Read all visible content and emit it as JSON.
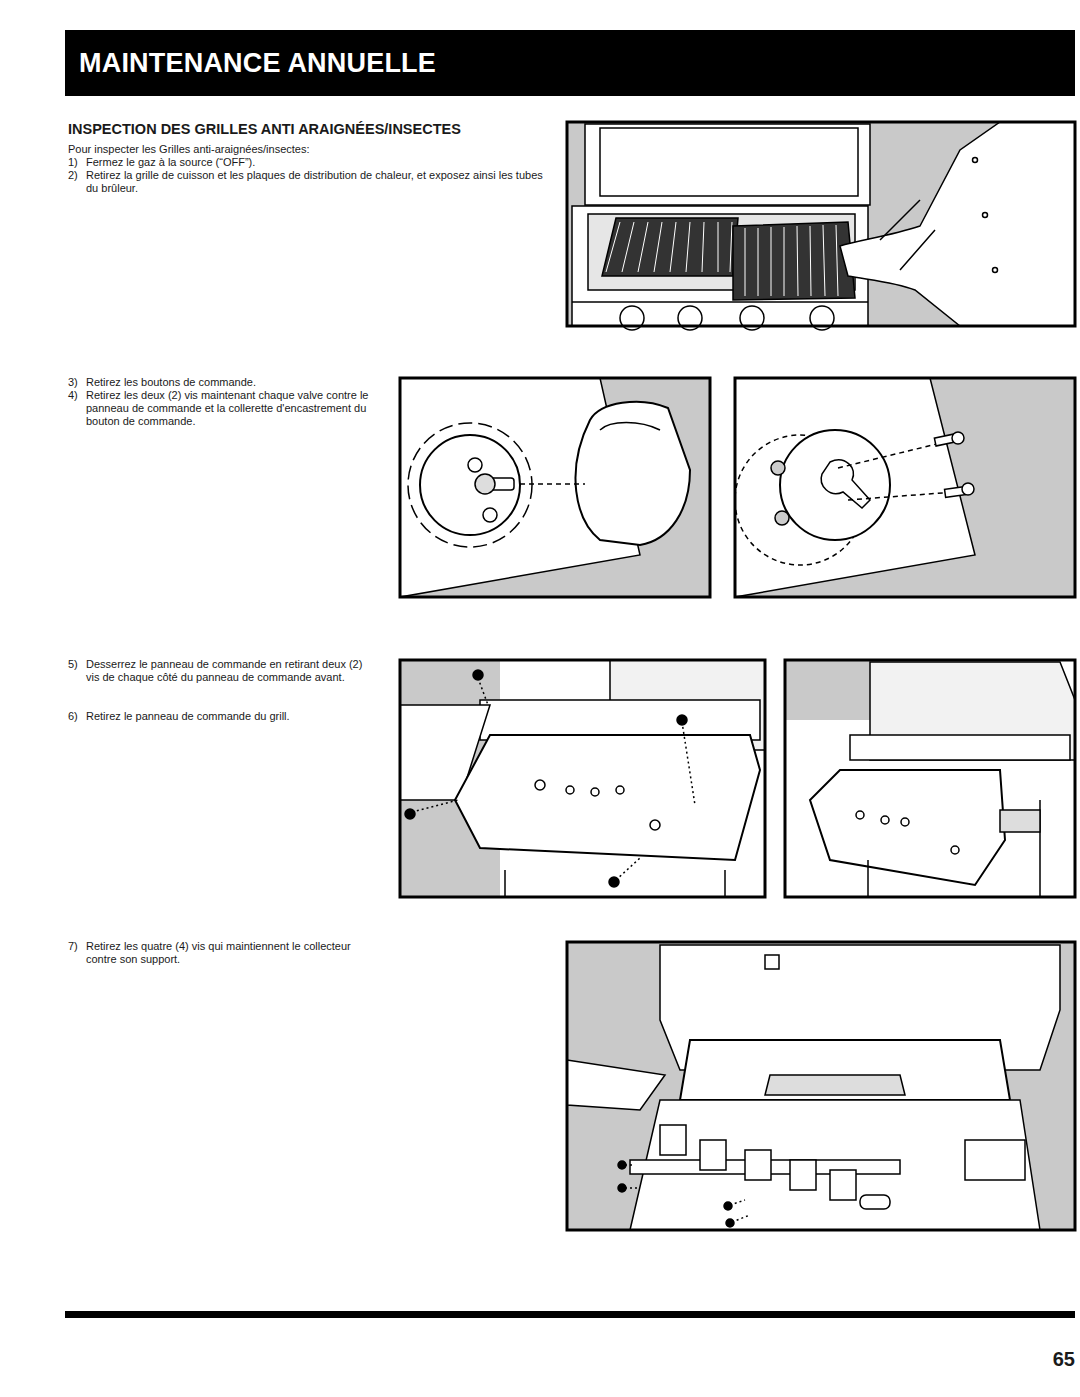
{
  "diagram": {
    "title": "MAINTENANCE ANNUELLE",
    "labels": [
      "INSPECTION DES GRILLES ANTI ARAIGNÉES/INSECTES",
      "Pour inspecter les Grilles anti-araignées/insectes:",
      "1)",
      "Fermez le gaz à la source (“OFF”).",
      "2)",
      "Retirez la grille de cuisson et les plaques de distribution de chaleur, et exposez ainsi les tubes du brûleur.",
      "3)",
      "Retirez les boutons de commande.",
      "4)",
      "Retirez les deux (2) vis maintenant chaque valve contre le panneau de commande et la collerette d'encastrement du bouton de commande.",
      "5)",
      "Desserrez le panneau de commande en retirant deux (2) vis de chaque côté du panneau de commande avant.",
      "6)",
      "Retirez le panneau de commande du grill.",
      "7)",
      "Retirez les quatre (4) vis qui maintiennent le collecteur contre son support.",
      "65"
    ]
  }
}
